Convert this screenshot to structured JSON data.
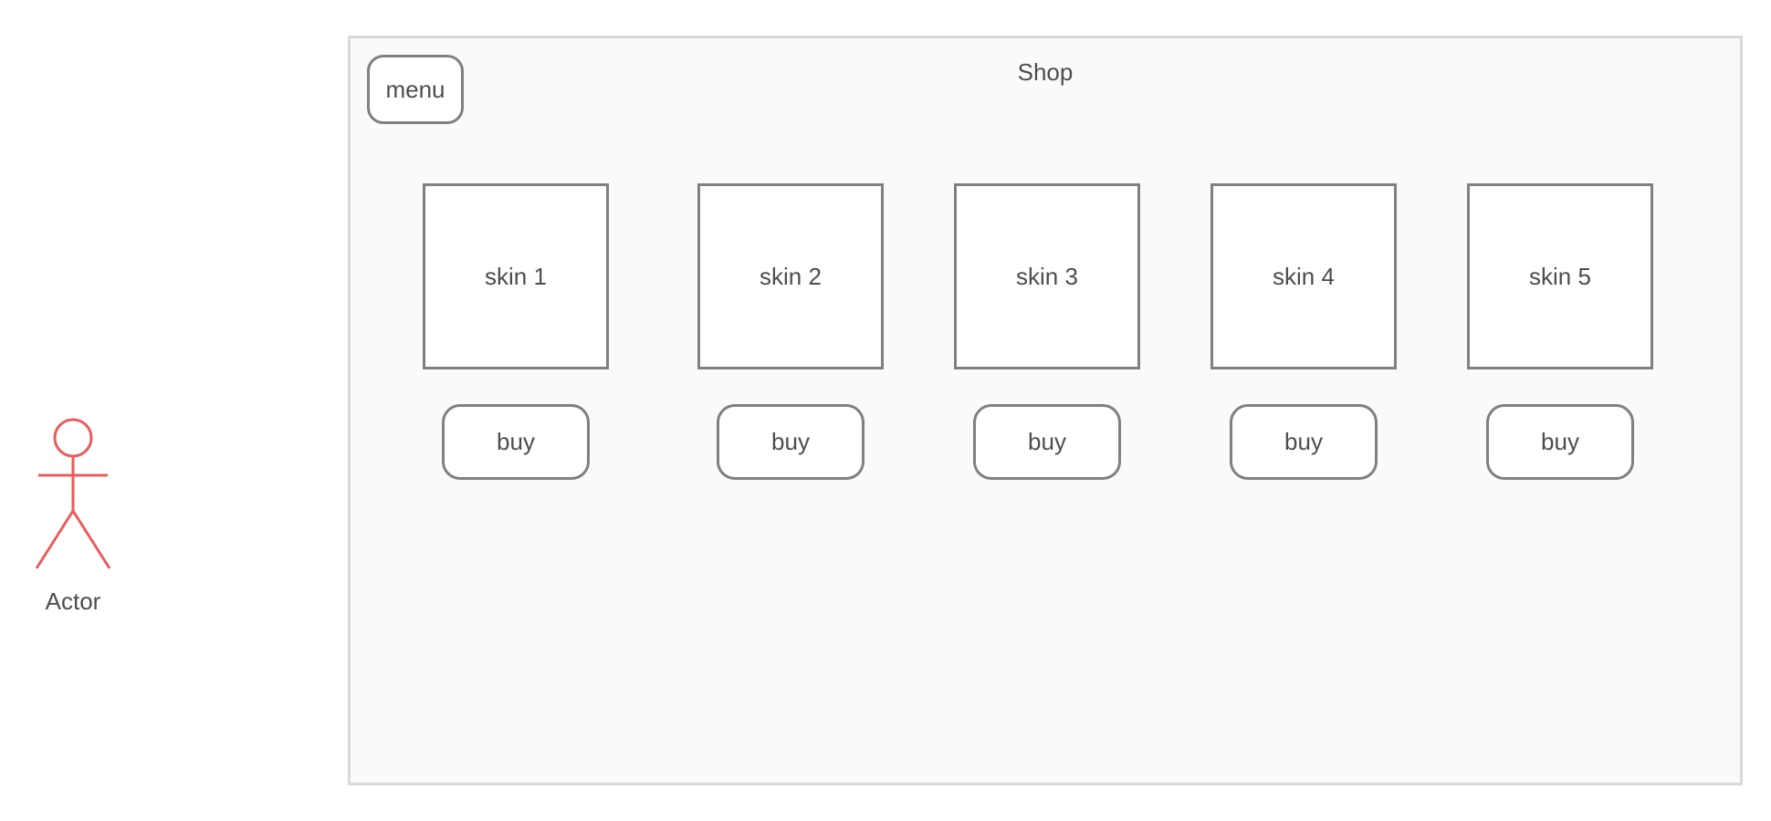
{
  "actor": {
    "label": "Actor",
    "icon": "stick-figure-icon",
    "color": "#e85c5c"
  },
  "shop": {
    "title": "Shop",
    "menu_label": "menu",
    "skins": [
      {
        "label": "skin 1",
        "buy_label": "buy"
      },
      {
        "label": "skin 2",
        "buy_label": "buy"
      },
      {
        "label": "skin 3",
        "buy_label": "buy"
      },
      {
        "label": "skin 4",
        "buy_label": "buy"
      },
      {
        "label": "skin 5",
        "buy_label": "buy"
      }
    ]
  },
  "colors": {
    "frame_border": "#d9d9d9",
    "frame_fill": "#fbfaf9",
    "element_border": "#808080",
    "text": "#4d4d4d"
  }
}
